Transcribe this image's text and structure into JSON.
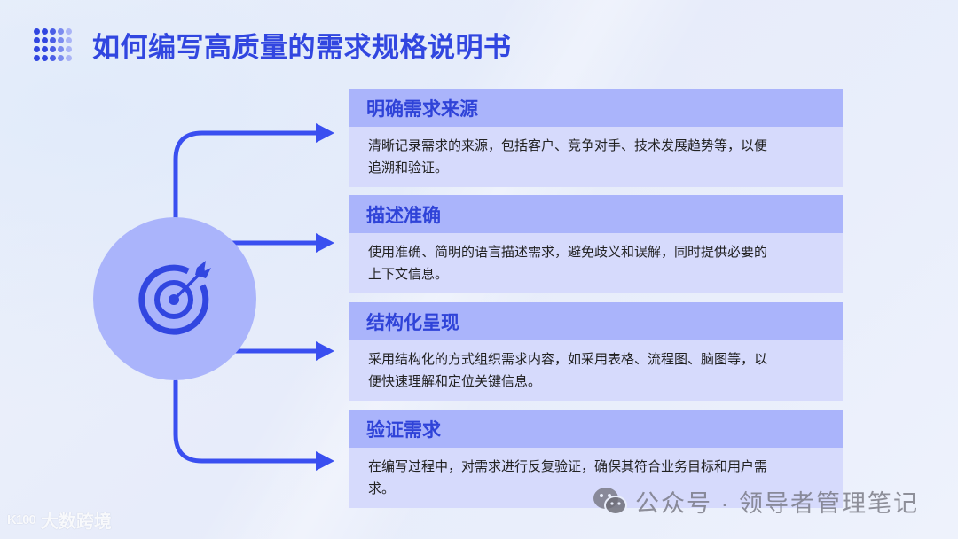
{
  "slide": {
    "title": "如何编写高质量的需求规格说明书",
    "accent_color": "#3146e0",
    "header_fill_color": "#aab4fb",
    "body_fill_color": "#d6dafc",
    "center_icon": "target-with-arrow-icon"
  },
  "items": [
    {
      "heading": "明确需求来源",
      "lines": [
        "清晰记录需求的来源，包括客户、竞争对手、技术发展趋势等，以便",
        "追溯和验证。"
      ]
    },
    {
      "heading": "描述准确",
      "lines": [
        "使用准确、简明的语言描述需求，避免歧义和误解，同时提供必要的",
        "上下文信息。"
      ]
    },
    {
      "heading": "结构化呈现",
      "lines": [
        "采用结构化的方式组织需求内容，如采用表格、流程图、脑图等，以",
        "便快速理解和定位关键信息。"
      ]
    },
    {
      "heading": "验证需求",
      "lines": [
        "在编写过程中，对需求进行反复验证，确保其符合业务目标和用户需",
        "求。"
      ]
    }
  ],
  "watermark": {
    "icon": "wechat-icon",
    "text": "公众号 · 领导者管理笔记"
  },
  "footer": {
    "logo_mark": "K100",
    "text": "大数跨境"
  }
}
